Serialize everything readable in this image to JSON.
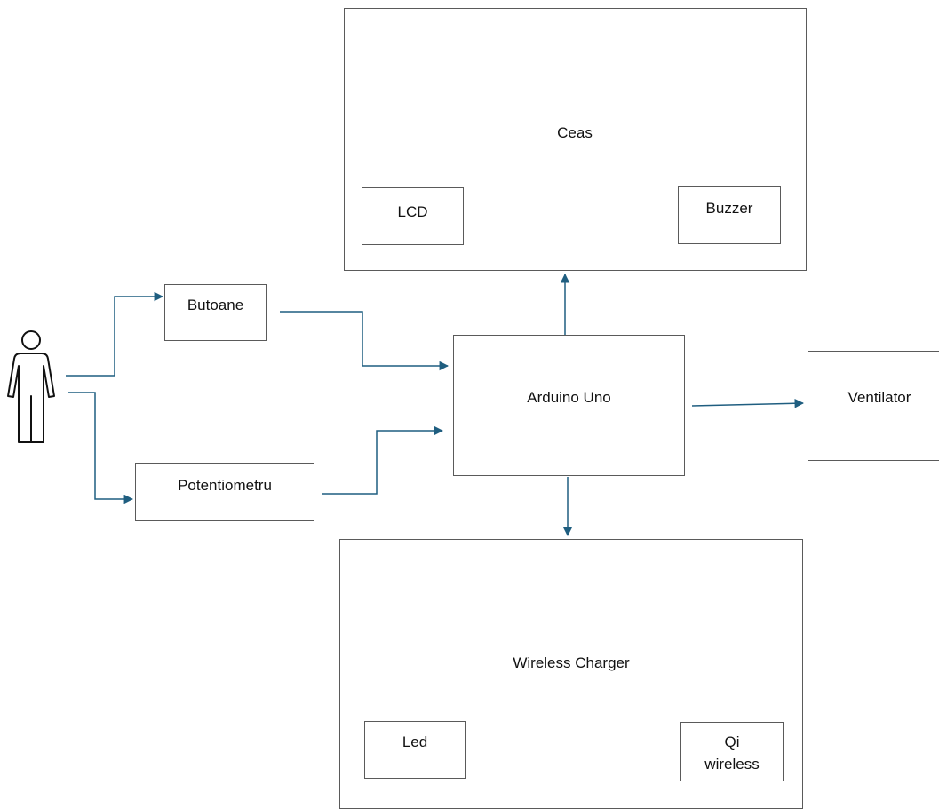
{
  "diagram": {
    "colors": {
      "arrow": "#1f5e80",
      "box_border": "#5a5a5a",
      "text": "#111111"
    },
    "icons": {
      "user": "person-icon"
    },
    "nodes": {
      "ceas": "Ceas",
      "lcd": "LCD",
      "buzzer": "Buzzer",
      "butoane": "Butoane",
      "potentiometru": "Potentiometru",
      "arduino": "Arduino Uno",
      "ventilator": "Ventilator",
      "wireless_charger": "Wireless Charger",
      "led": "Led",
      "qi_line1": "Qi",
      "qi_line2": "wireless"
    }
  }
}
